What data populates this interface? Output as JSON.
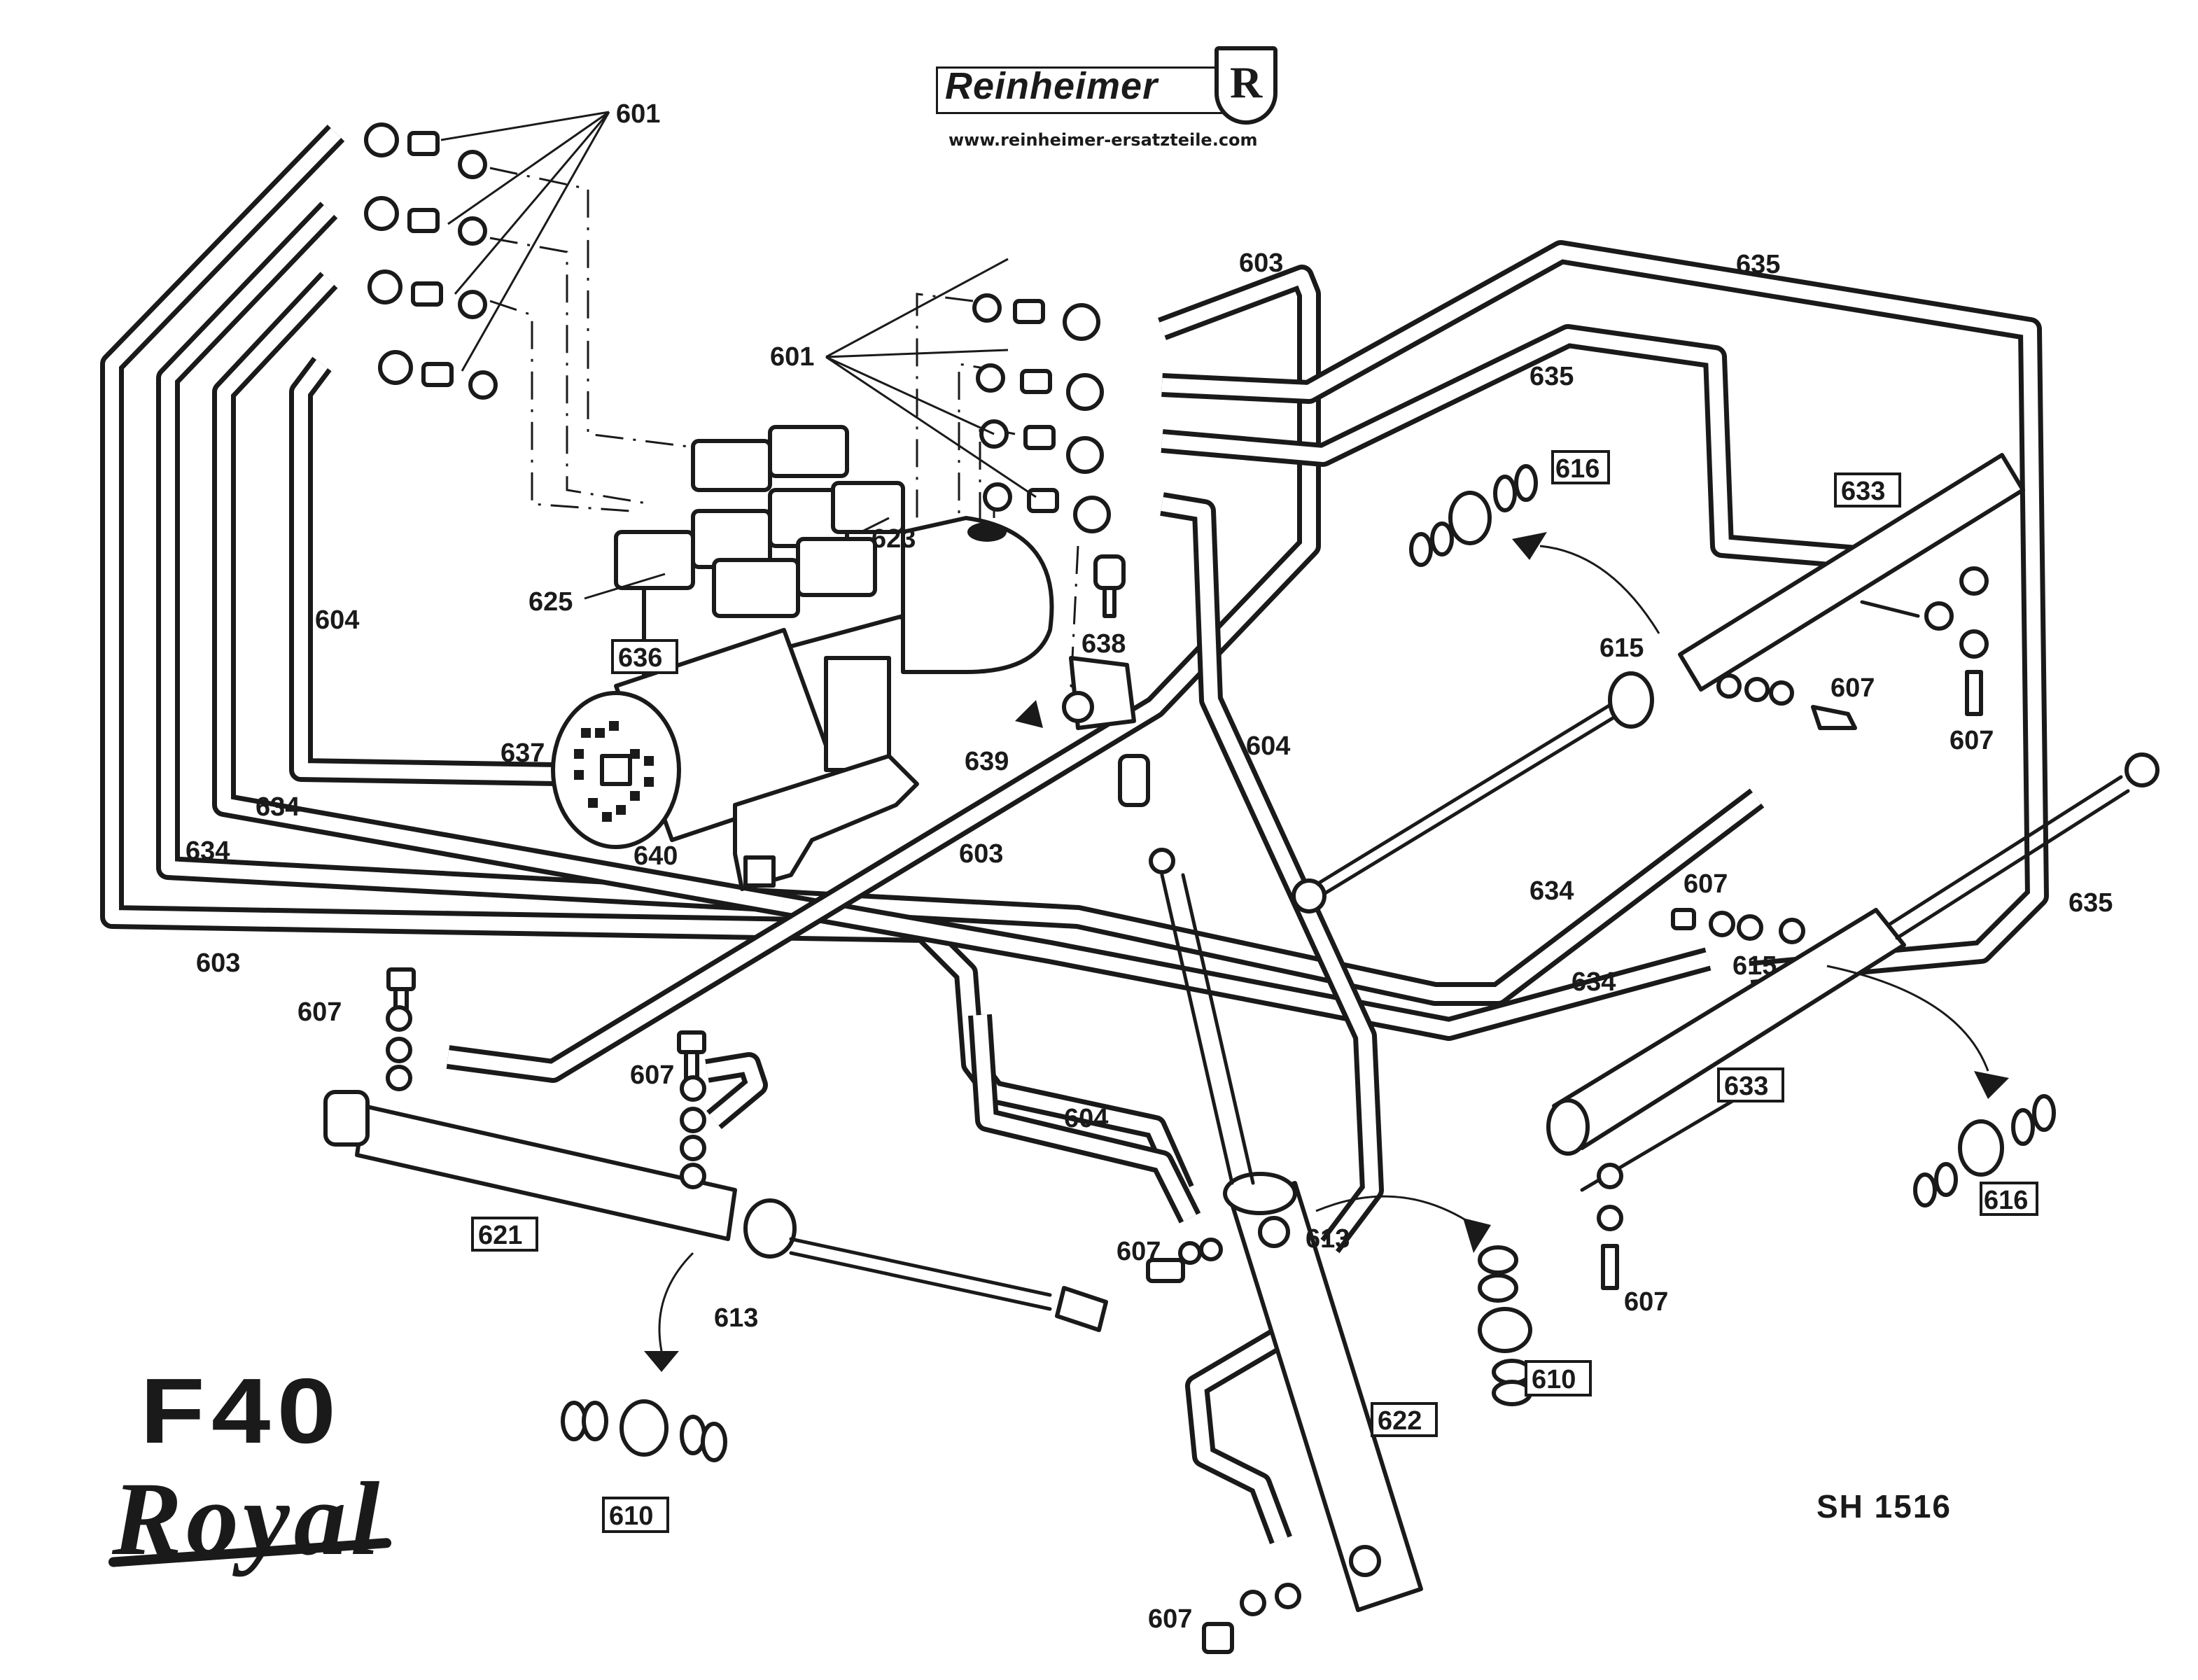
{
  "header": {
    "brand_name": "Reinheimer",
    "brand_emblem": "R",
    "website": "www.reinheimer-ersatzteile.com"
  },
  "model": {
    "code": "F40",
    "name": "Royal"
  },
  "sheet_number": "SH 1516",
  "diagram": {
    "title": "Hydraulic system exploded parts view",
    "part_labels": [
      {
        "id": "601",
        "boxed": false,
        "description": "hose fittings / seals (upper left group)"
      },
      {
        "id": "601",
        "boxed": false,
        "description": "hose fittings / seals (valve block group)"
      },
      {
        "id": "603",
        "boxed": false
      },
      {
        "id": "603",
        "boxed": false
      },
      {
        "id": "603",
        "boxed": false
      },
      {
        "id": "604",
        "boxed": false
      },
      {
        "id": "604",
        "boxed": false
      },
      {
        "id": "604",
        "boxed": false
      },
      {
        "id": "607",
        "boxed": false
      },
      {
        "id": "607",
        "boxed": false
      },
      {
        "id": "607",
        "boxed": false
      },
      {
        "id": "607",
        "boxed": false
      },
      {
        "id": "607",
        "boxed": false
      },
      {
        "id": "607",
        "boxed": false
      },
      {
        "id": "607",
        "boxed": false
      },
      {
        "id": "607",
        "boxed": false
      },
      {
        "id": "610",
        "boxed": true
      },
      {
        "id": "610",
        "boxed": true
      },
      {
        "id": "613",
        "boxed": false
      },
      {
        "id": "613",
        "boxed": false
      },
      {
        "id": "615",
        "boxed": false
      },
      {
        "id": "615",
        "boxed": false
      },
      {
        "id": "616",
        "boxed": true
      },
      {
        "id": "616",
        "boxed": true
      },
      {
        "id": "621",
        "boxed": true
      },
      {
        "id": "622",
        "boxed": true
      },
      {
        "id": "623",
        "boxed": false
      },
      {
        "id": "625",
        "boxed": false
      },
      {
        "id": "633",
        "boxed": true
      },
      {
        "id": "633",
        "boxed": true
      },
      {
        "id": "634",
        "boxed": false
      },
      {
        "id": "634",
        "boxed": false
      },
      {
        "id": "634",
        "boxed": false
      },
      {
        "id": "634",
        "boxed": false
      },
      {
        "id": "635",
        "boxed": false
      },
      {
        "id": "635",
        "boxed": false
      },
      {
        "id": "635",
        "boxed": false
      },
      {
        "id": "636",
        "boxed": true
      },
      {
        "id": "637",
        "boxed": false
      },
      {
        "id": "638",
        "boxed": false
      },
      {
        "id": "639",
        "boxed": false
      },
      {
        "id": "640",
        "boxed": false
      }
    ]
  }
}
